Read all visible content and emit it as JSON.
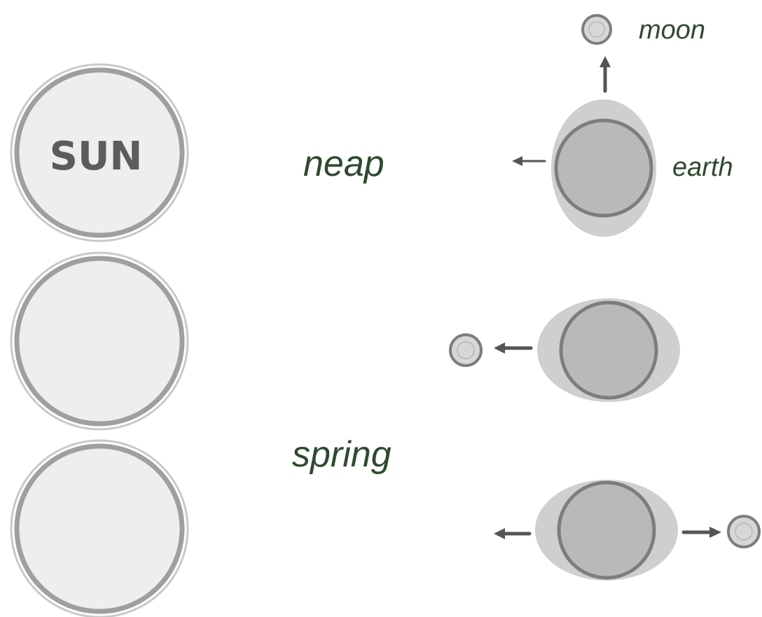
{
  "labels": {
    "sun": "SUN",
    "neap": "neap",
    "spring": "spring",
    "moon": "moon",
    "earth": "earth"
  },
  "colors": {
    "label_text": "#2f4a2f",
    "sun_fill": "#eeeeee",
    "sun_outline": "#9f9f9f",
    "earth_fill": "#b9b9b9",
    "tidal_bulge": "#cfcfcf",
    "arrow": "#555555"
  }
}
